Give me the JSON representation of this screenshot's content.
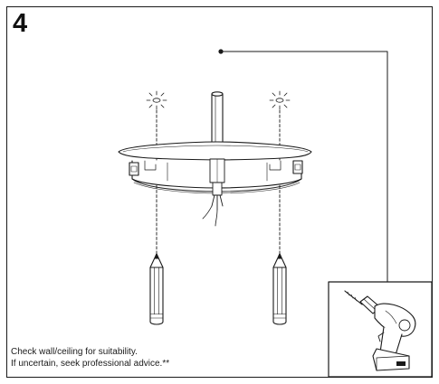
{
  "step": {
    "number": "4"
  },
  "caption": {
    "line1": "Check wall/ceiling for suitability.",
    "line2": "If uncertain, seek professional advice.**"
  },
  "icons": {
    "ceiling_mark": "ceiling-drill-mark-icon",
    "pencil": "pencil-icon",
    "drill": "power-drill-icon",
    "fixture": "ceiling-fixture-base-icon"
  }
}
